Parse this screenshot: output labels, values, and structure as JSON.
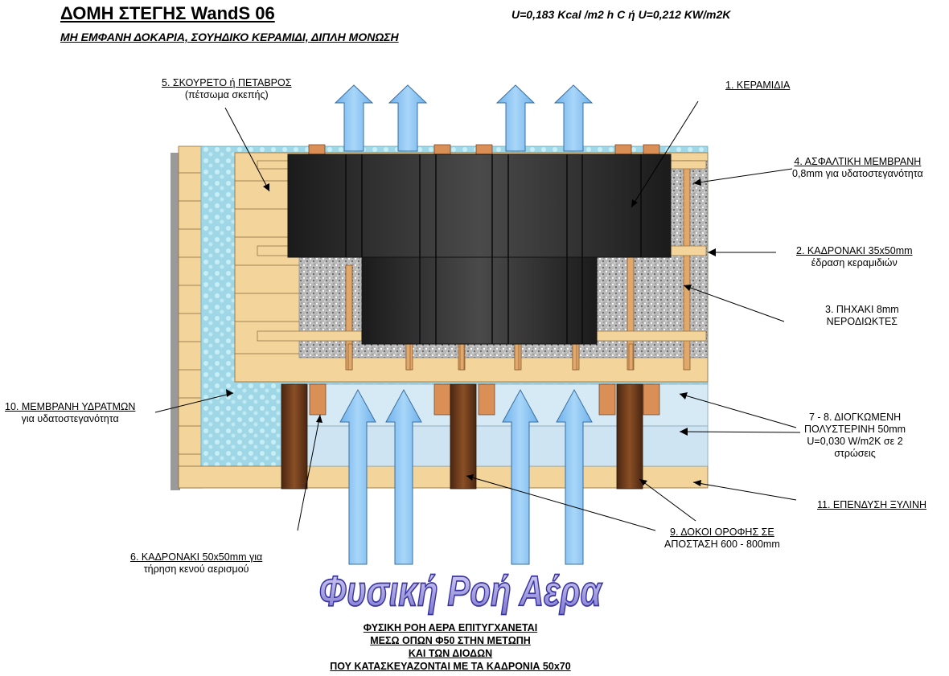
{
  "header": {
    "title": "ΔΟΜΗ ΣΤΕΓΗΣ  WandS 06",
    "u_value": "U=0,183 Kcal /m2 h C ή U=0,212 KW/m2K",
    "subtitle": "ΜΗ ΕΜΦΑΝΗ ΔΟΚΑΡΙΑ, ΣΟΥΗΔΙΚΟ ΚΕΡΑΜΙΔΙ, ΔΙΠΛΗ ΜΟΝΩΣΗ"
  },
  "labels": {
    "l1": {
      "line1": "1. ΚΕΡΑΜΙΔΙΑ"
    },
    "l2": {
      "line1": "2. ΚΑΔΡΟΝΑΚΙ 35x50mm",
      "line2": "έδραση κεραμιδιών"
    },
    "l3": {
      "line1": "3. ΠΗΧΑΚΙ 8mm",
      "line2": "ΝΕΡΟΔΙΩΚΤΕΣ"
    },
    "l4": {
      "line1": "4. ΑΣΦΑΛΤΙΚΗ ΜΕΜΒΡΑΝΗ",
      "line2": "0,8mm για υδατοστεγανότητα"
    },
    "l5": {
      "line1": "5. ΣΚΟΥΡΕΤΟ ή ΠΕΤΑΒΡΟΣ",
      "line2": "(πέτσωμα σκεπής)"
    },
    "l6": {
      "line1": "6. ΚΑΔΡΟΝΑΚΙ 50x50mm για",
      "line2": "τήρηση κενού αερισμού"
    },
    "l7": {
      "line1": "7 - 8. ΔΙΟΓΚΩΜΕΝΗ",
      "line2": "ΠΟΛΥΣΤΕΡΙΝΗ 50mm",
      "line3": "U=0,030 W/m2K σε 2",
      "line4": "στρώσεις"
    },
    "l9": {
      "line1": "9. ΔΟΚΟΙ ΟΡΟΦΗΣ ΣΕ",
      "line2": "ΑΠΟΣΤΑΣΗ 600 - 800mm"
    },
    "l10": {
      "line1": "10. ΜΕΜΒΡΑΝΗ ΥΔΡΑΤΜΩΝ",
      "line2": "για υδατοστεγανότητα"
    },
    "l11": {
      "line1": "11. ΕΠΕΝΔΥΣΗ ΞΥΛΙΝΗ"
    }
  },
  "wordart": "Φυσική Ροή Αέρα",
  "bottom_note": {
    "line1": "ΦΥΣΙΚΗ ΡΟΗ ΑΕΡΑ ΕΠΙΤΥΓΧΑΝΕΤΑΙ",
    "line2": "ΜΕΣΩ  ΟΠΩΝ Φ50 ΣΤΗΝ ΜΕΤΩΠΗ",
    "line3": "ΚΑΙ ΤΩΝ ΔΙΟΔΩΝ",
    "line4": "ΠΟΥ ΚΑΤΑΣΚΕΥΑΖΟΝΤΑΙ  ΜΕ ΤΑ ΚΑΔΡΟΝΙΑ 50x70"
  },
  "colors": {
    "wood_light": "#f3d49a",
    "wood_dark": "#6b3a1e",
    "membrane_blue": "#a9dde8",
    "insulation": "#d9ecf5",
    "gravel": "#b8b8b8",
    "tiles": "#2a2a2a",
    "arrow_blue": "#8ec3f0"
  }
}
